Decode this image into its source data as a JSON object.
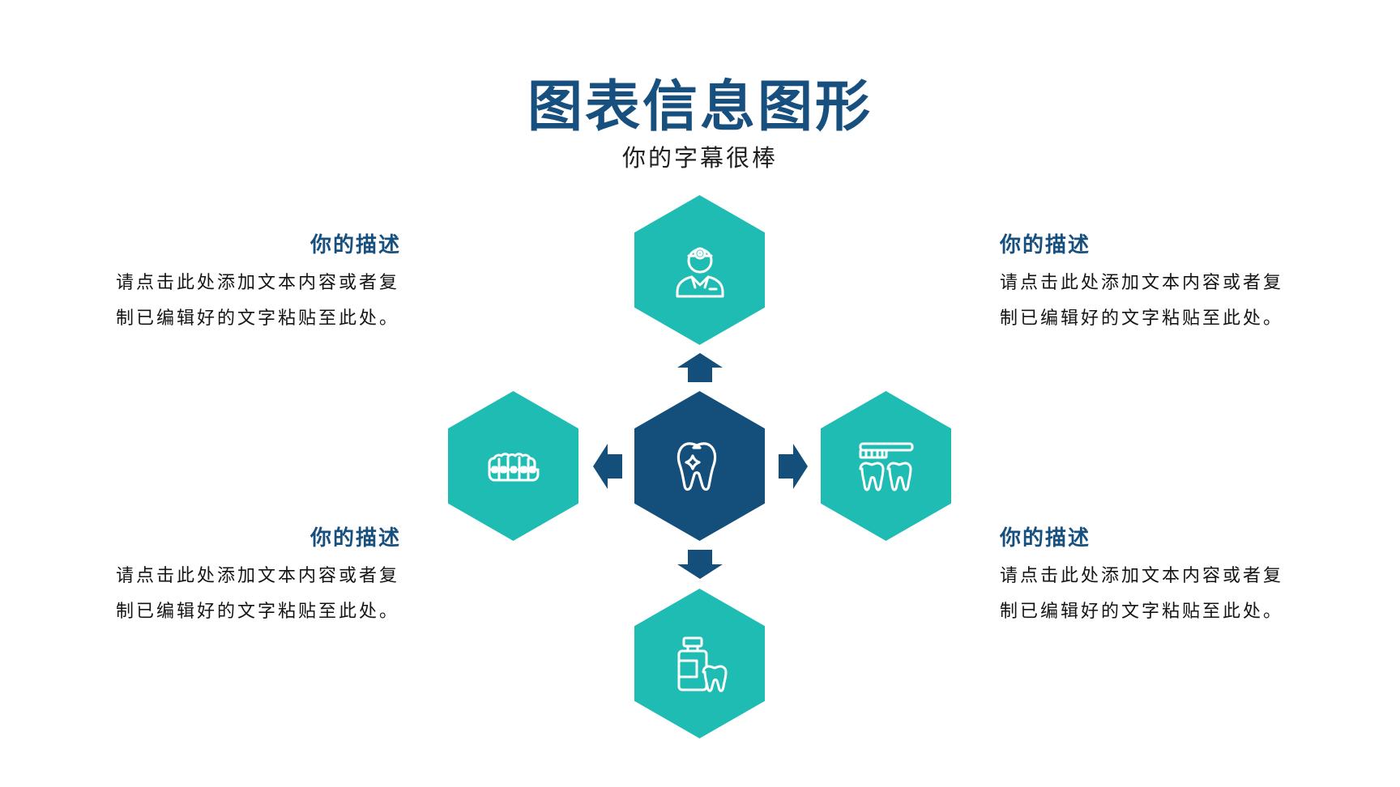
{
  "header": {
    "title": "图表信息图形",
    "subtitle": "你的字幕很棒"
  },
  "blocks": {
    "top_left": {
      "heading": "你的描述",
      "text": "请点击此处添加文本内容或者复制已编辑好的文字粘贴至此处。"
    },
    "bottom_left": {
      "heading": "你的描述",
      "text": "请点击此处添加文本内容或者复制已编辑好的文字粘贴至此处。"
    },
    "top_right": {
      "heading": "你的描述",
      "text": "请点击此处添加文本内容或者复制已编辑好的文字粘贴至此处。"
    },
    "bottom_right": {
      "heading": "你的描述",
      "text": "请点击此处添加文本内容或者复制已编辑好的文字粘贴至此处。"
    }
  },
  "hexagons": {
    "center": {
      "icon": "tooth-sparkle-icon"
    },
    "top": {
      "icon": "dentist-icon"
    },
    "left": {
      "icon": "dental-braces-icon"
    },
    "right": {
      "icon": "toothbrush-teeth-icon"
    },
    "bottom": {
      "icon": "mouthwash-tooth-icon"
    }
  },
  "colors": {
    "accent": "#1fbcb3",
    "primary": "#134f7a",
    "title": "#17507e",
    "text": "#141414"
  }
}
